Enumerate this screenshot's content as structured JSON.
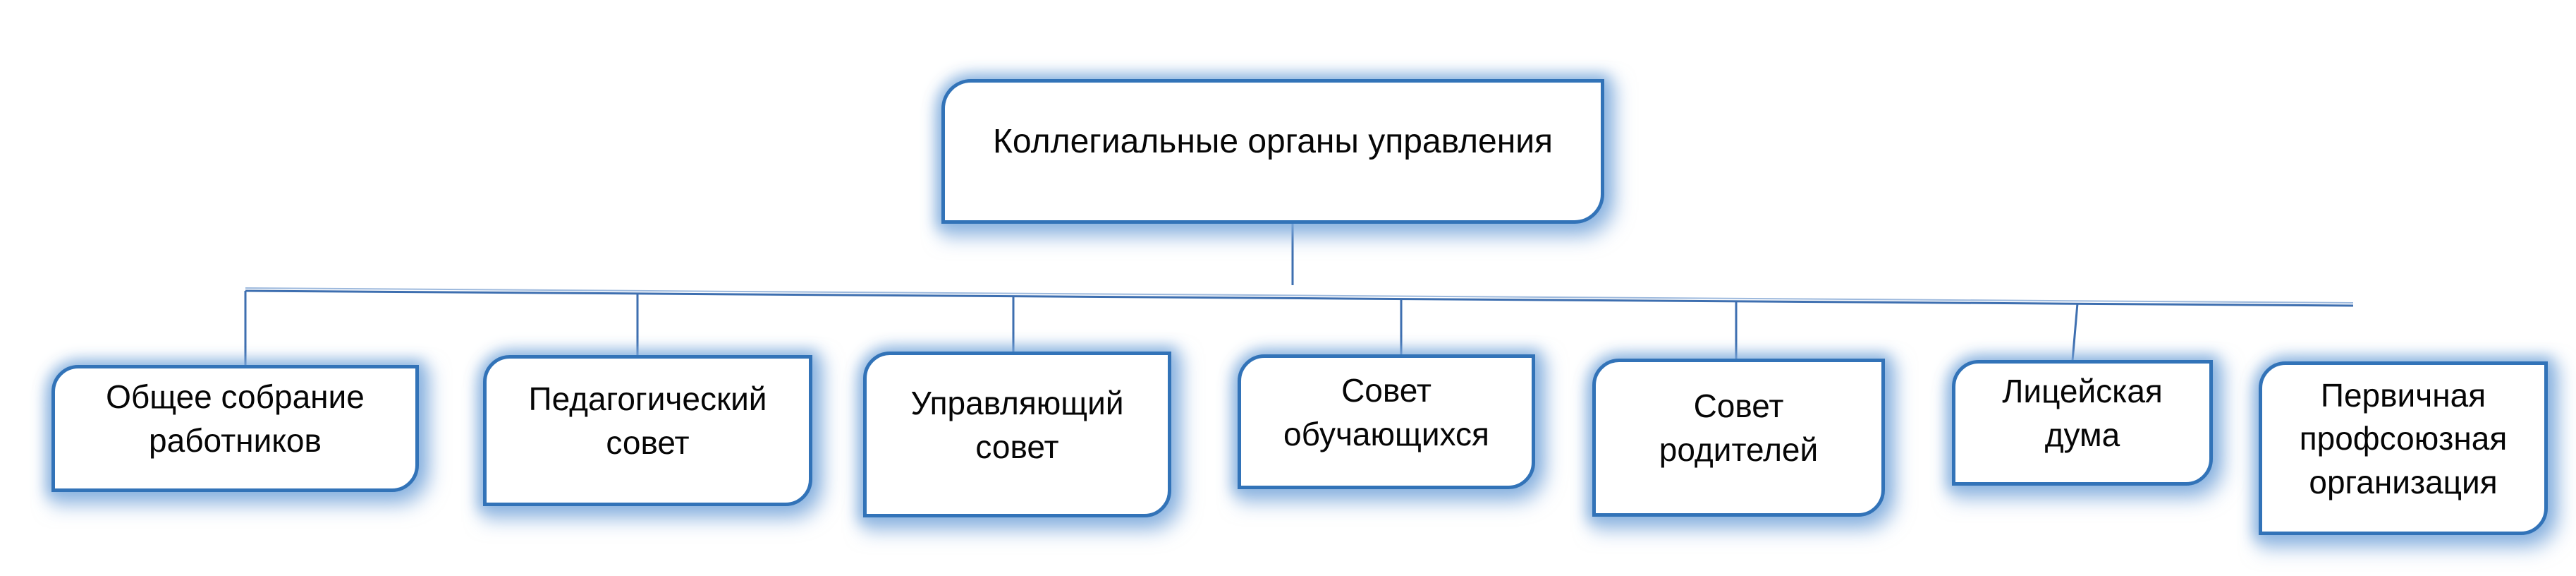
{
  "diagram": {
    "type": "org-hierarchy",
    "root": {
      "label": "Коллегиальные органы управления"
    },
    "children": [
      {
        "label": "Общее собрание\nработников"
      },
      {
        "label": "Педагогический\nсовет"
      },
      {
        "label": "Управляющий\nсовет"
      },
      {
        "label": "Совет\nобучающихся"
      },
      {
        "label": "Совет\nродителей"
      },
      {
        "label": "Лицейская\nдума"
      },
      {
        "label": "Первичная\nпрофсоюзная\nорганизация"
      }
    ],
    "colors": {
      "node_border": "#3273b8",
      "node_glow": "#a4c3e5",
      "connector": "#3e6fb0",
      "text": "#060606",
      "background": "#ffffff"
    }
  }
}
